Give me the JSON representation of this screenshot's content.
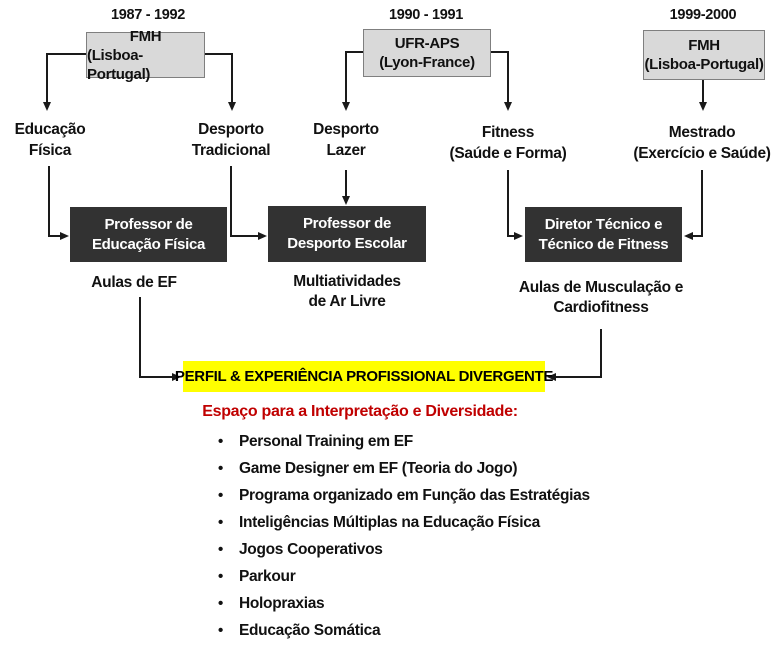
{
  "colors": {
    "background": "#ffffff",
    "institution_box_fill": "#d9d9d9",
    "institution_box_border": "#7f7f7f",
    "role_box_fill": "#323232",
    "role_box_text": "#ffffff",
    "banner_fill": "#ffff00",
    "banner_text": "#000000",
    "heading_red": "#c00000",
    "connector_black": "#1a1a1a"
  },
  "timeline": {
    "periods": [
      "1987 - 1992",
      "1990 - 1991",
      "1999-2000"
    ],
    "institutions": [
      {
        "name": "FMH",
        "location": "(Lisboa-Portugal)"
      },
      {
        "name": "UFR-APS",
        "location": "(Lyon-France)"
      },
      {
        "name": "FMH",
        "location": "(Lisboa-Portugal)"
      }
    ],
    "streams": [
      "Educação\nFísica",
      "Desporto\nTradicional",
      "Desporto\nLazer",
      "Fitness\n(Saúde e Forma)",
      "Mestrado\n(Exercício e Saúde)"
    ],
    "roles": [
      "Professor de\nEducação Física",
      "Professor de\nDesporto Escolar",
      "Diretor Técnico e\nTécnico de Fitness"
    ],
    "outcomes": [
      "Aulas de EF",
      "Multiatividades\nde Ar Livre",
      "Aulas de Musculação e\nCardiofitness"
    ]
  },
  "banner": {
    "label": "PERFIL & EXPERIÊNCIA PROFISSIONAL DIVERGENTE"
  },
  "divergence": {
    "heading": "Espaço para a Interpretação e Diversidade:",
    "items": [
      "Personal Training em EF",
      "Game Designer em EF (Teoria do Jogo)",
      "Programa organizado em Função das Estratégias",
      "Inteligências Múltiplas na Educação Física",
      "Jogos Cooperativos",
      "Parkour",
      "Holopraxias",
      "Educação Somática"
    ]
  }
}
